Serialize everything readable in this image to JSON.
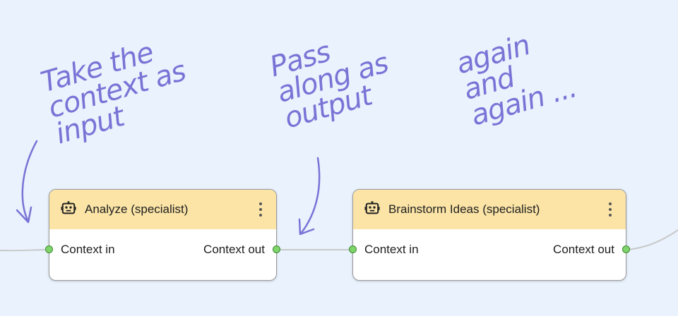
{
  "annotations": {
    "input_note": [
      "Take the",
      "context as",
      "input"
    ],
    "output_note": [
      "Pass",
      "along as",
      "output"
    ],
    "repeat_note": [
      "again",
      "and",
      "again ..."
    ]
  },
  "nodes": [
    {
      "title": "Analyze (specialist)",
      "icon": "robot-icon",
      "in_label": "Context in",
      "out_label": "Context out"
    },
    {
      "title": "Brainstorm Ideas (specialist)",
      "icon": "robot-icon",
      "in_label": "Context in",
      "out_label": "Context out"
    }
  ],
  "colors": {
    "background": "#e9f2fd",
    "header": "#fbe4a6",
    "annotation": "#7a73d6",
    "port": "#7fd46b",
    "edge": "#c9c9c9"
  }
}
